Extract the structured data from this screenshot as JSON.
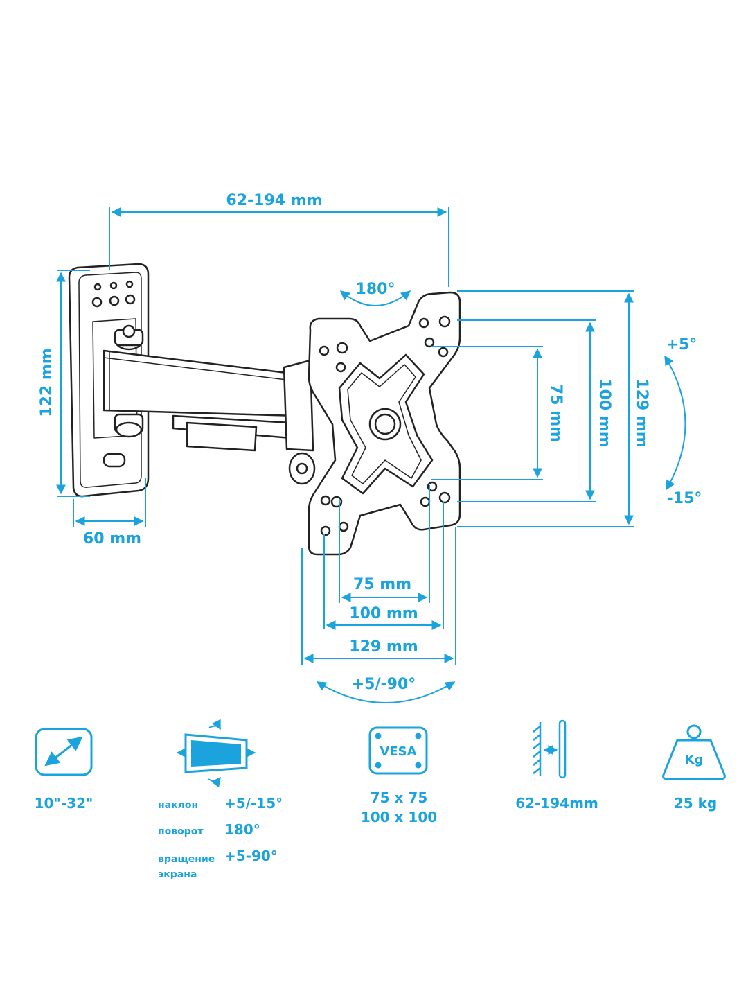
{
  "colors": {
    "accent": "#1aa3dc",
    "line": "#222222",
    "fill": "#ffffff"
  },
  "dimensions": {
    "arm_reach": "62-194 mm",
    "bracket_height": "122 mm",
    "bracket_width": "60 mm",
    "swivel_top": "180°",
    "plate_v_75": "75 mm",
    "plate_v_100": "100 mm",
    "plate_v_129": "129 mm",
    "tilt_up": "+5°",
    "tilt_down": "-15°",
    "plate_h_75": "75 mm",
    "plate_h_100": "100 mm",
    "plate_h_129": "129 mm",
    "rotation": "+5/-90°"
  },
  "specs": {
    "screen_size": "10\"-32\"",
    "tilt_label": "наклон",
    "tilt_value": "+5/-15°",
    "swivel_label": "поворот",
    "swivel_value": "180°",
    "rotation_label_1": "вращение",
    "rotation_label_2": "экрана",
    "rotation_value": "+5-90°",
    "vesa_icon_label": "VESA",
    "vesa_1": "75 x 75",
    "vesa_2": "100 x 100",
    "wall_distance": "62-194mm",
    "weight_icon_label": "Kg",
    "max_load": "25 kg"
  },
  "icons": [
    "diagonal-arrow-icon",
    "tilt-swivel-icon",
    "vesa-icon",
    "wall-distance-icon",
    "weight-icon"
  ]
}
